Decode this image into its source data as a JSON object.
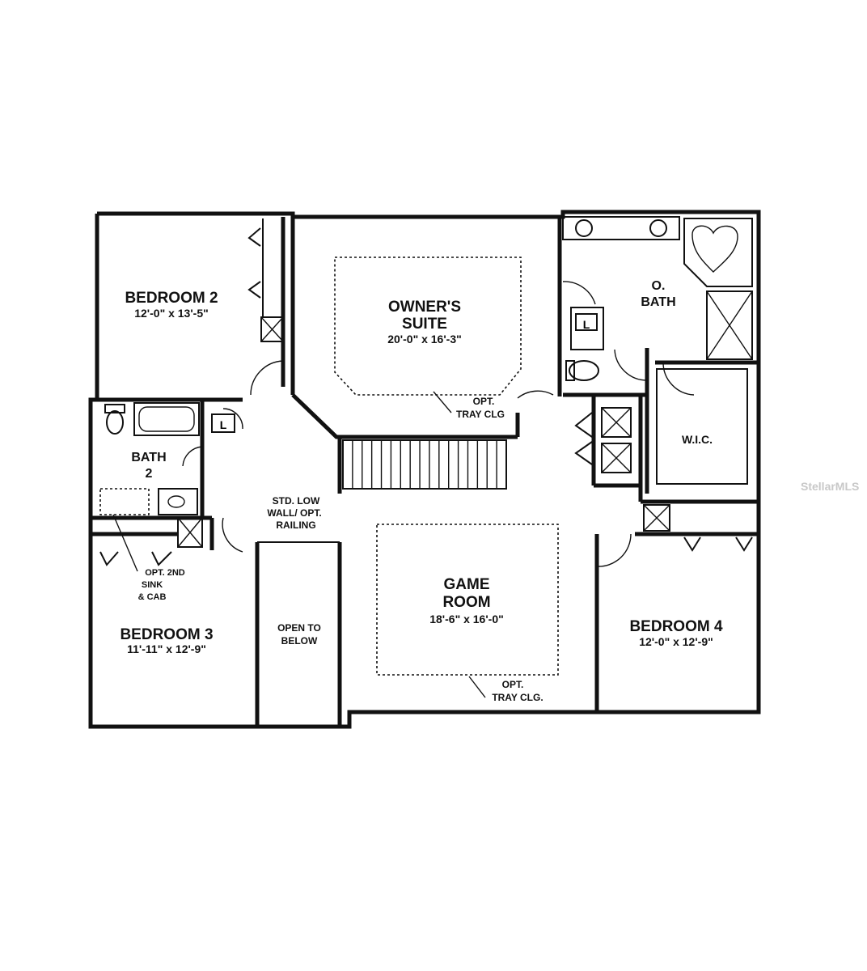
{
  "plan": {
    "rooms": [
      {
        "id": "bedroom-2",
        "name": "BEDROOM 2",
        "dims": "12'-0\" x 13'-5\""
      },
      {
        "id": "owners-suite",
        "name": "OWNER'S",
        "name2": "SUITE",
        "dims": "20'-0\" x 16'-3\""
      },
      {
        "id": "o-bath",
        "name": "O.",
        "name2": "BATH"
      },
      {
        "id": "bath-2",
        "name": "BATH",
        "name2": "2"
      },
      {
        "id": "wic",
        "name": "W.I.C."
      },
      {
        "id": "game-room",
        "name": "GAME",
        "name2": "ROOM",
        "dims": "18'-6\" x 16'-0\""
      },
      {
        "id": "bedroom-3",
        "name": "BEDROOM 3",
        "dims": "11'-11\" x 12'-9\""
      },
      {
        "id": "bedroom-4",
        "name": "BEDROOM 4",
        "dims": "12'-0\" x 12'-9\""
      }
    ],
    "notes": {
      "tray_suite": [
        "OPT.",
        "TRAY CLG"
      ],
      "tray_game": [
        "OPT.",
        "TRAY CLG."
      ],
      "low_wall": [
        "STD. LOW",
        "WALL/ OPT.",
        "RAILING"
      ],
      "open_below": [
        "OPEN TO",
        "BELOW"
      ],
      "sink": [
        "OPT. 2ND",
        "SINK",
        "& CAB"
      ]
    },
    "watermark": "StellarMLS"
  }
}
